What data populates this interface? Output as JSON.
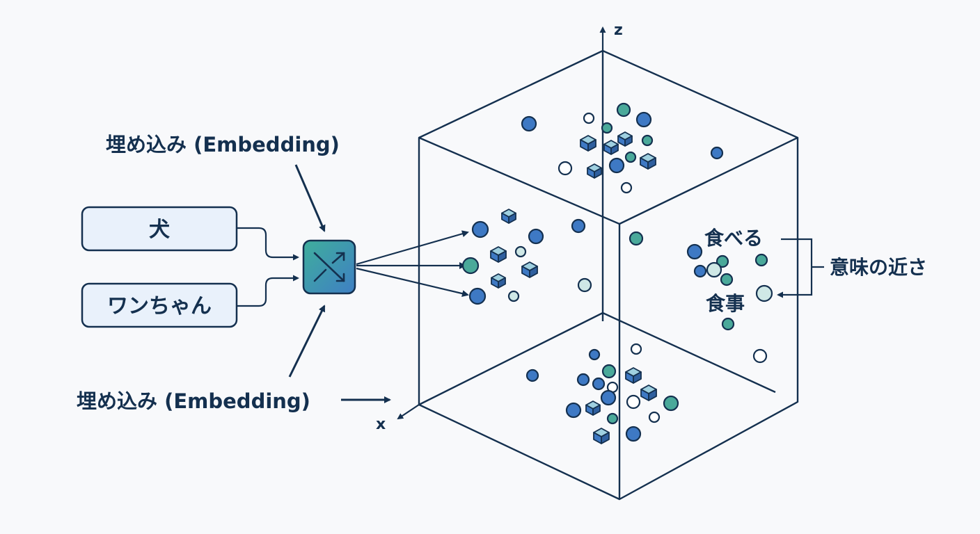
{
  "title_top": "埋め込み (Embedding)",
  "title_bottom": "埋め込み (Embedding)",
  "words": [
    {
      "text": "犬"
    },
    {
      "text": "ワンちゃん"
    }
  ],
  "encoder_icon": "shuffle-icon",
  "axes": {
    "z": "z",
    "x": "x"
  },
  "semantic": {
    "word_a": "食べる",
    "word_b": "食事",
    "relation": "意味の近さ"
  },
  "colors": {
    "ink": "#14304f",
    "blue": "#3e79c4",
    "teal": "#4aa99a",
    "pale": "#cfe8e6",
    "encoder_top": "#3fae9c",
    "encoder_bottom": "#3f7fc4"
  }
}
